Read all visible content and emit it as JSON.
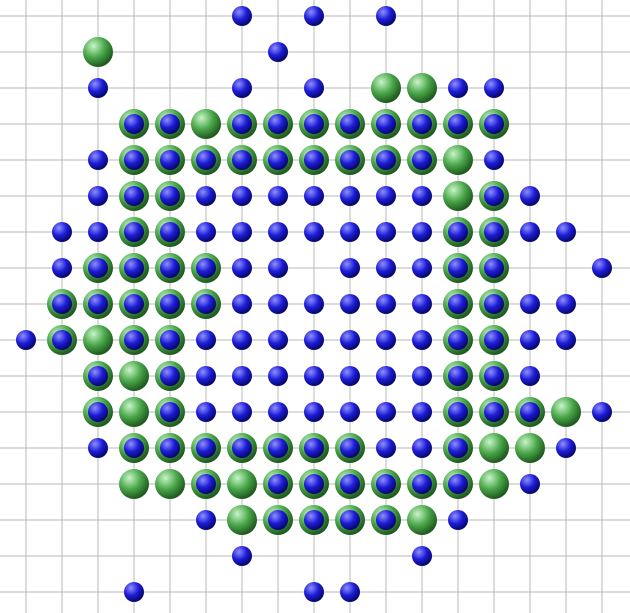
{
  "board": {
    "background": "#ffffff",
    "grid_color": "#b9b9b9",
    "piece_colors": {
      "blue": "#1c1cd6",
      "blue_highlight": "#8f8fff",
      "green": "#49a649",
      "green_highlight": "#c8f5c8"
    },
    "columns": 17,
    "rows": 17,
    "blue_pieces": [
      [
        6,
        0
      ],
      [
        8,
        0
      ],
      [
        10,
        0
      ],
      [
        7,
        1
      ],
      [
        2,
        2
      ],
      [
        6,
        2
      ],
      [
        8,
        2
      ],
      [
        12,
        2
      ],
      [
        13,
        2
      ],
      [
        3,
        3
      ],
      [
        4,
        3
      ],
      [
        6,
        3
      ],
      [
        7,
        3
      ],
      [
        8,
        3
      ],
      [
        9,
        3
      ],
      [
        10,
        3
      ],
      [
        11,
        3
      ],
      [
        12,
        3
      ],
      [
        13,
        3
      ],
      [
        2,
        4
      ],
      [
        3,
        4
      ],
      [
        4,
        4
      ],
      [
        5,
        4
      ],
      [
        6,
        4
      ],
      [
        7,
        4
      ],
      [
        8,
        4
      ],
      [
        9,
        4
      ],
      [
        10,
        4
      ],
      [
        11,
        4
      ],
      [
        13,
        4
      ],
      [
        2,
        5
      ],
      [
        3,
        5
      ],
      [
        4,
        5
      ],
      [
        5,
        5
      ],
      [
        6,
        5
      ],
      [
        7,
        5
      ],
      [
        8,
        5
      ],
      [
        9,
        5
      ],
      [
        10,
        5
      ],
      [
        11,
        5
      ],
      [
        13,
        5
      ],
      [
        14,
        5
      ],
      [
        1,
        6
      ],
      [
        2,
        6
      ],
      [
        3,
        6
      ],
      [
        4,
        6
      ],
      [
        5,
        6
      ],
      [
        6,
        6
      ],
      [
        7,
        6
      ],
      [
        8,
        6
      ],
      [
        9,
        6
      ],
      [
        10,
        6
      ],
      [
        11,
        6
      ],
      [
        12,
        6
      ],
      [
        13,
        6
      ],
      [
        14,
        6
      ],
      [
        15,
        6
      ],
      [
        1,
        7
      ],
      [
        2,
        7
      ],
      [
        3,
        7
      ],
      [
        4,
        7
      ],
      [
        5,
        7
      ],
      [
        6,
        7
      ],
      [
        7,
        7
      ],
      [
        9,
        7
      ],
      [
        10,
        7
      ],
      [
        11,
        7
      ],
      [
        12,
        7
      ],
      [
        13,
        7
      ],
      [
        16,
        7
      ],
      [
        1,
        8
      ],
      [
        2,
        8
      ],
      [
        3,
        8
      ],
      [
        4,
        8
      ],
      [
        5,
        8
      ],
      [
        6,
        8
      ],
      [
        7,
        8
      ],
      [
        8,
        8
      ],
      [
        9,
        8
      ],
      [
        10,
        8
      ],
      [
        11,
        8
      ],
      [
        12,
        8
      ],
      [
        13,
        8
      ],
      [
        14,
        8
      ],
      [
        15,
        8
      ],
      [
        0,
        9
      ],
      [
        1,
        9
      ],
      [
        3,
        9
      ],
      [
        4,
        9
      ],
      [
        5,
        9
      ],
      [
        6,
        9
      ],
      [
        7,
        9
      ],
      [
        8,
        9
      ],
      [
        9,
        9
      ],
      [
        10,
        9
      ],
      [
        11,
        9
      ],
      [
        12,
        9
      ],
      [
        13,
        9
      ],
      [
        14,
        9
      ],
      [
        15,
        9
      ],
      [
        2,
        10
      ],
      [
        4,
        10
      ],
      [
        5,
        10
      ],
      [
        6,
        10
      ],
      [
        7,
        10
      ],
      [
        8,
        10
      ],
      [
        9,
        10
      ],
      [
        10,
        10
      ],
      [
        11,
        10
      ],
      [
        12,
        10
      ],
      [
        13,
        10
      ],
      [
        14,
        10
      ],
      [
        2,
        11
      ],
      [
        4,
        11
      ],
      [
        5,
        11
      ],
      [
        6,
        11
      ],
      [
        7,
        11
      ],
      [
        8,
        11
      ],
      [
        9,
        11
      ],
      [
        10,
        11
      ],
      [
        11,
        11
      ],
      [
        12,
        11
      ],
      [
        13,
        11
      ],
      [
        14,
        11
      ],
      [
        16,
        11
      ],
      [
        2,
        12
      ],
      [
        3,
        12
      ],
      [
        4,
        12
      ],
      [
        5,
        12
      ],
      [
        6,
        12
      ],
      [
        7,
        12
      ],
      [
        8,
        12
      ],
      [
        9,
        12
      ],
      [
        10,
        12
      ],
      [
        11,
        12
      ],
      [
        12,
        12
      ],
      [
        15,
        12
      ],
      [
        5,
        13
      ],
      [
        7,
        13
      ],
      [
        8,
        13
      ],
      [
        9,
        13
      ],
      [
        10,
        13
      ],
      [
        11,
        13
      ],
      [
        12,
        13
      ],
      [
        14,
        13
      ],
      [
        5,
        14
      ],
      [
        7,
        14
      ],
      [
        8,
        14
      ],
      [
        9,
        14
      ],
      [
        10,
        14
      ],
      [
        12,
        14
      ],
      [
        6,
        15
      ],
      [
        11,
        15
      ],
      [
        3,
        16
      ],
      [
        8,
        16
      ],
      [
        9,
        16
      ]
    ],
    "green_pieces": [
      [
        2,
        1
      ],
      [
        10,
        2
      ],
      [
        11,
        2
      ],
      [
        3,
        3
      ],
      [
        4,
        3
      ],
      [
        5,
        3
      ],
      [
        6,
        3
      ],
      [
        7,
        3
      ],
      [
        8,
        3
      ],
      [
        9,
        3
      ],
      [
        10,
        3
      ],
      [
        11,
        3
      ],
      [
        12,
        3
      ],
      [
        13,
        3
      ],
      [
        3,
        4
      ],
      [
        4,
        4
      ],
      [
        5,
        4
      ],
      [
        6,
        4
      ],
      [
        7,
        4
      ],
      [
        8,
        4
      ],
      [
        9,
        4
      ],
      [
        10,
        4
      ],
      [
        11,
        4
      ],
      [
        12,
        4
      ],
      [
        3,
        5
      ],
      [
        4,
        5
      ],
      [
        12,
        5
      ],
      [
        13,
        5
      ],
      [
        3,
        6
      ],
      [
        4,
        6
      ],
      [
        12,
        6
      ],
      [
        13,
        6
      ],
      [
        2,
        7
      ],
      [
        3,
        7
      ],
      [
        4,
        7
      ],
      [
        5,
        7
      ],
      [
        12,
        7
      ],
      [
        13,
        7
      ],
      [
        1,
        8
      ],
      [
        2,
        8
      ],
      [
        3,
        8
      ],
      [
        4,
        8
      ],
      [
        5,
        8
      ],
      [
        12,
        8
      ],
      [
        13,
        8
      ],
      [
        1,
        9
      ],
      [
        2,
        9
      ],
      [
        3,
        9
      ],
      [
        4,
        9
      ],
      [
        12,
        9
      ],
      [
        13,
        9
      ],
      [
        2,
        10
      ],
      [
        3,
        10
      ],
      [
        4,
        10
      ],
      [
        12,
        10
      ],
      [
        13,
        10
      ],
      [
        2,
        11
      ],
      [
        3,
        11
      ],
      [
        4,
        11
      ],
      [
        12,
        11
      ],
      [
        13,
        11
      ],
      [
        14,
        11
      ],
      [
        15,
        11
      ],
      [
        3,
        12
      ],
      [
        4,
        12
      ],
      [
        5,
        12
      ],
      [
        6,
        12
      ],
      [
        7,
        12
      ],
      [
        8,
        12
      ],
      [
        9,
        12
      ],
      [
        12,
        12
      ],
      [
        13,
        12
      ],
      [
        14,
        12
      ],
      [
        3,
        13
      ],
      [
        4,
        13
      ],
      [
        5,
        13
      ],
      [
        6,
        13
      ],
      [
        7,
        13
      ],
      [
        8,
        13
      ],
      [
        9,
        13
      ],
      [
        10,
        13
      ],
      [
        11,
        13
      ],
      [
        12,
        13
      ],
      [
        13,
        13
      ],
      [
        6,
        14
      ],
      [
        7,
        14
      ],
      [
        8,
        14
      ],
      [
        9,
        14
      ],
      [
        10,
        14
      ],
      [
        11,
        14
      ]
    ]
  }
}
